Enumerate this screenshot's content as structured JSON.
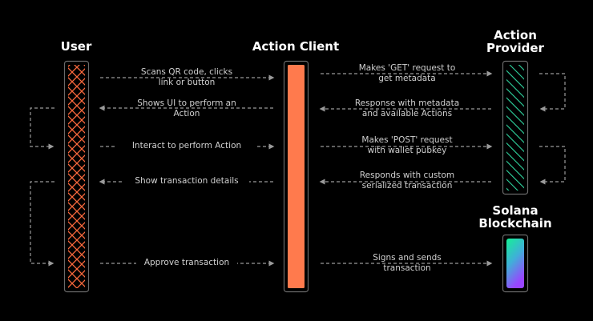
{
  "colors": {
    "background": "#000000",
    "client_bar": "#ff7a4d",
    "user_pattern": "#ff6a3d",
    "provider_pattern": "#2fd6a0",
    "blockchain_gradient": [
      "#14f195",
      "#9945ff"
    ],
    "arrow": "#9a9a9a",
    "frame": "#6a6a6a"
  },
  "participants": {
    "user": "User",
    "client": "Action Client",
    "provider": [
      "Action",
      "Provider"
    ],
    "blockchain": [
      "Solana",
      "Blockchain"
    ]
  },
  "messages_left": [
    [
      "Scans QR code, clicks",
      "link or button"
    ],
    [
      "Shows UI to perform an",
      "Action"
    ],
    [
      "Interact to perform Action"
    ],
    [
      "Show transaction details"
    ],
    [
      "Approve transaction"
    ]
  ],
  "messages_right": [
    [
      "Makes 'GET' request to",
      "get metadata"
    ],
    [
      "Response with metadata",
      "and available Actions"
    ],
    [
      "Makes 'POST' request",
      "with wallet pubkey"
    ],
    [
      "Responds with custom",
      "serialized transaction"
    ],
    [
      "Signs and sends",
      "transaction"
    ]
  ]
}
